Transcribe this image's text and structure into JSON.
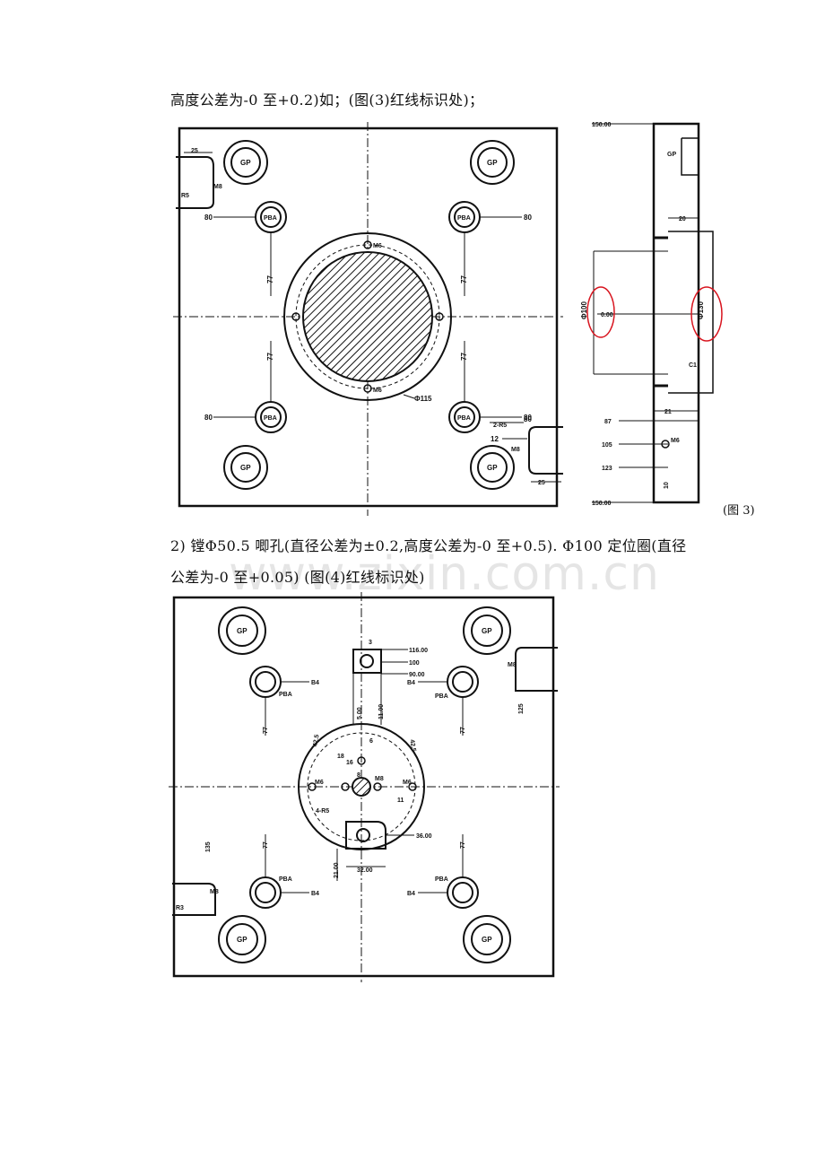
{
  "paragraphs": {
    "p1": "高度公差为-0 至+0.2)如；(图(3)红线标识处)；",
    "p2_line1": "2) 镗Φ50.5 唧孔(直径公差为±0.2,高度公差为-0 至+0.5). Φ100 定位圈(直径",
    "p2_line2": "公差为-0 至+0.05) (图(4)红线标识处)"
  },
  "figure3": {
    "caption": "(图 3)",
    "labels": {
      "gp": "GP",
      "pba": "PBA",
      "dim_25": "25",
      "dim_80": "80",
      "dim_77": "77",
      "m8": "M8",
      "m6": "M6",
      "r5": "R5",
      "two_r5": "2-R5",
      "dim_12": "12",
      "d115": "Φ115",
      "d100": "Φ100",
      "d130": "Φ130",
      "s150_top": "150.00",
      "s000": "0.00",
      "s150_bot": "150.00",
      "dim_20": "20",
      "dim_21": "21",
      "dim_87": "87",
      "dim_105": "105",
      "dim_123": "123",
      "dim_10": "10",
      "c1": "C1"
    },
    "accent": "#d8141e"
  },
  "figure4": {
    "labels": {
      "gp": "GP",
      "pba": "PBA",
      "b4": "B4",
      "dim_77": "77",
      "d116": "116.00",
      "d100": "100",
      "d90": "90.00",
      "d3": "3",
      "d5": "5.00",
      "d11": "11.00",
      "d42": "42.5",
      "m6": "M6",
      "m8": "M8",
      "d6": "6",
      "d16": "16",
      "d18": "18",
      "d8": "8",
      "d11b": "11",
      "four_r5": "4-R5",
      "d21": "21.00",
      "d32": "32.00",
      "d36": "36.00",
      "d125": "125",
      "d135": "135",
      "r3": "R3"
    }
  },
  "watermark": "www.zixin.com.cn"
}
